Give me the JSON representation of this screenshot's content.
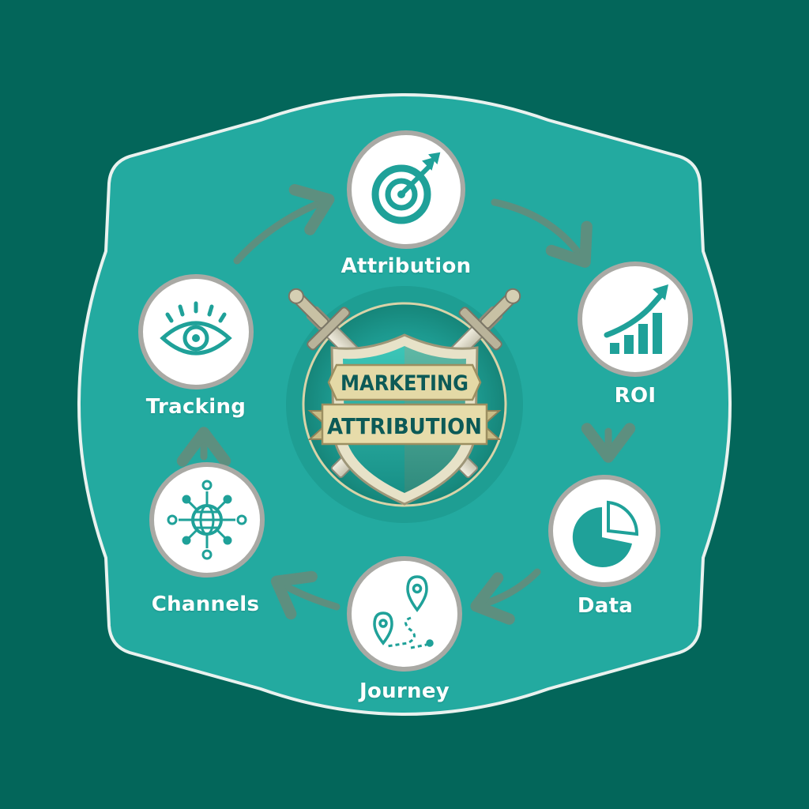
{
  "colors": {
    "background": "#03665a",
    "panel": "#23aaa0",
    "panel_border": "#e9f2ef",
    "icon": "#1fa199",
    "arrow": "#5d8f7f",
    "badge_text": "#0c5a57",
    "badge_gold": "#d8ca94",
    "circle_border": "#a9a9a4"
  },
  "center": {
    "line1": "MARKETING",
    "line2": "ATTRIBUTION",
    "icon": "shield-with-crossed-swords"
  },
  "nodes": [
    {
      "id": "attribution",
      "label": "Attribution",
      "icon": "target-icon"
    },
    {
      "id": "roi",
      "label": "ROI",
      "icon": "growth-chart-icon"
    },
    {
      "id": "data",
      "label": "Data",
      "icon": "pie-chart-icon"
    },
    {
      "id": "journey",
      "label": "Journey",
      "icon": "map-route-icon"
    },
    {
      "id": "channels",
      "label": "Channels",
      "icon": "network-globe-icon"
    },
    {
      "id": "tracking",
      "label": "Tracking",
      "icon": "eye-icon"
    }
  ]
}
